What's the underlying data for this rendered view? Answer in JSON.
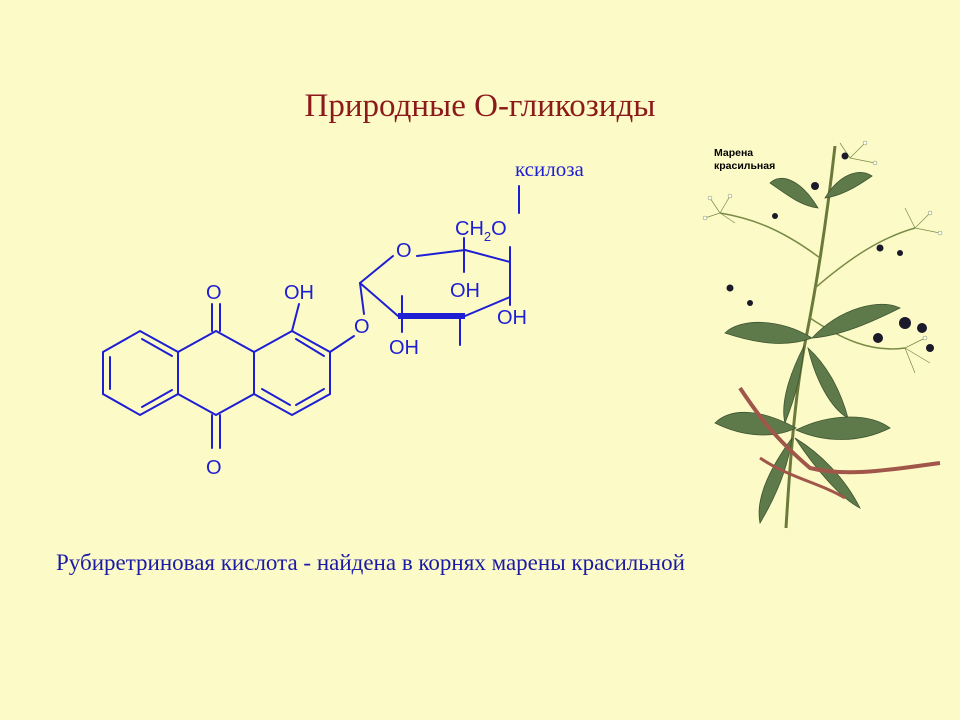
{
  "title": "Природные О-гликозиды",
  "caption": "Рубиретриновая кислота - найдена в корнях марены красильной",
  "structure": {
    "sugar_name": "ксилоза",
    "atoms": {
      "o_ketone_top": "O",
      "o_ketone_bottom": "O",
      "oh_ring": "OH",
      "o_glycosidic": "O",
      "o_ring_sugar": "O",
      "ch2o_c": "CH",
      "ch2o_sub": "2",
      "ch2o_o": "O",
      "oh_c2": "OH",
      "oh_c3": "OH",
      "oh_c4": "OH"
    },
    "line_color": "#1e1ed2"
  },
  "plant": {
    "label_line1": "Марена",
    "label_line2": "красильная"
  }
}
